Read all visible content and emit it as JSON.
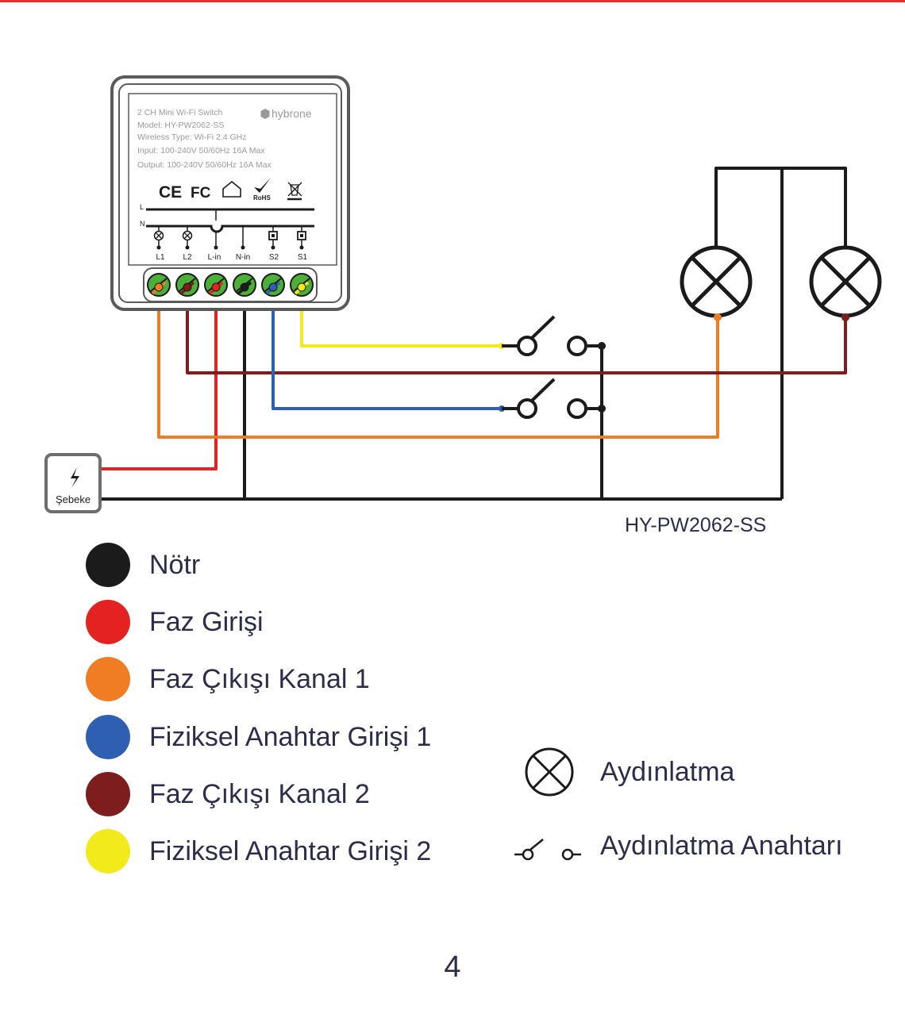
{
  "colors": {
    "rule": "#e52e2e",
    "neutral": "#1b1b1b",
    "phase_in": "#e52222",
    "phase_out_1": "#f07d24",
    "switch_in_1": "#2f5fb0",
    "phase_out_2": "#7e1d1e",
    "switch_in_2": "#f2ea1a",
    "terminal_green": "#4caf38",
    "device_border": "#5a5a5a"
  },
  "device": {
    "label_lines": [
      "2 CH Mini Wi-Fi Switch",
      "Model: HY-PW2062-SS",
      "Wireless Type: Wi-Fi 2.4 GHz",
      "Input: 100-240V 50/60Hz 16A Max",
      "Output: 100-240V 50/60Hz 16A Max"
    ],
    "brand": "hybrone",
    "cert_marks": [
      "CE",
      "FC",
      "RoHS"
    ],
    "rail_labels": [
      "L",
      "N"
    ],
    "terminals": [
      "L1",
      "L2",
      "L-in",
      "N-in",
      "S2",
      "S1"
    ]
  },
  "mains": {
    "label": "Şebeke",
    "icon": "lightning-icon"
  },
  "model_caption": "HY-PW2062-SS",
  "legend": [
    {
      "label": "Nötr",
      "color": "#1b1b1b"
    },
    {
      "label": "Faz Girişi",
      "color": "#e52222"
    },
    {
      "label": "Faz Çıkışı Kanal 1",
      "color": "#f07d24"
    },
    {
      "label": "Fiziksel Anahtar Girişi 1",
      "color": "#2f5fb0"
    },
    {
      "label": "Faz Çıkışı Kanal 2",
      "color": "#7e1d1e"
    },
    {
      "label": "Fiziksel Anahtar Girişi 2",
      "color": "#f2ea1a"
    }
  ],
  "symbols": {
    "lamp_label": "Aydınlatma",
    "switch_label": "Aydınlatma Anahtarı"
  },
  "page_number": "4"
}
